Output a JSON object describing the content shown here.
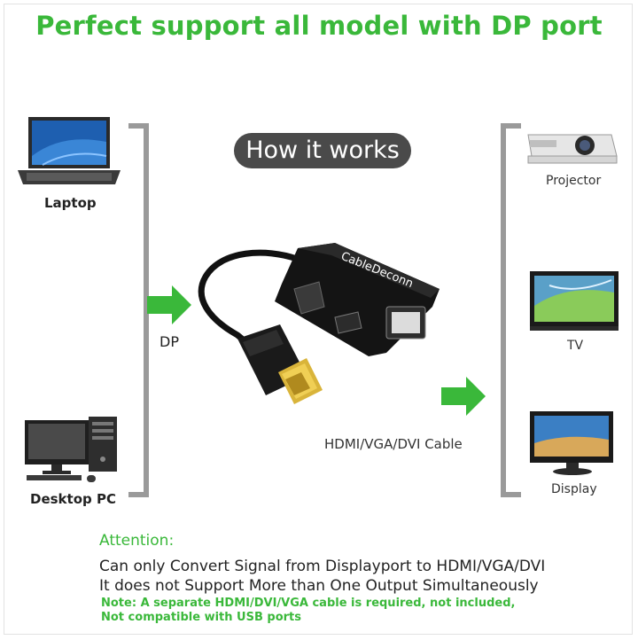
{
  "headline": "Perfect support all model with DP port",
  "badge": "How it works",
  "inputs": {
    "laptop_label": "Laptop",
    "desktop_label": "Desktop PC",
    "port_label": "DP"
  },
  "outputs": {
    "projector_label": "Projector",
    "tv_label": "TV",
    "display_label": "Display"
  },
  "adapter": {
    "brand": "CableDeconn",
    "cable_label": "HDMI/VGA/DVI Cable"
  },
  "attention": {
    "title": "Attention:",
    "line1": "Can only Convert Signal from Displayport to HDMI/VGA/DVI",
    "line2": "It does not Support More than One Output Simultaneously",
    "note_line1": "Note: A separate HDMI/DVI/VGA cable is required, not included,",
    "note_line2": "Not compatible with USB ports"
  },
  "colors": {
    "accent_green": "#3ab83a",
    "badge_bg": "#4a4a4a",
    "bracket_gray": "#9a9a9a"
  }
}
